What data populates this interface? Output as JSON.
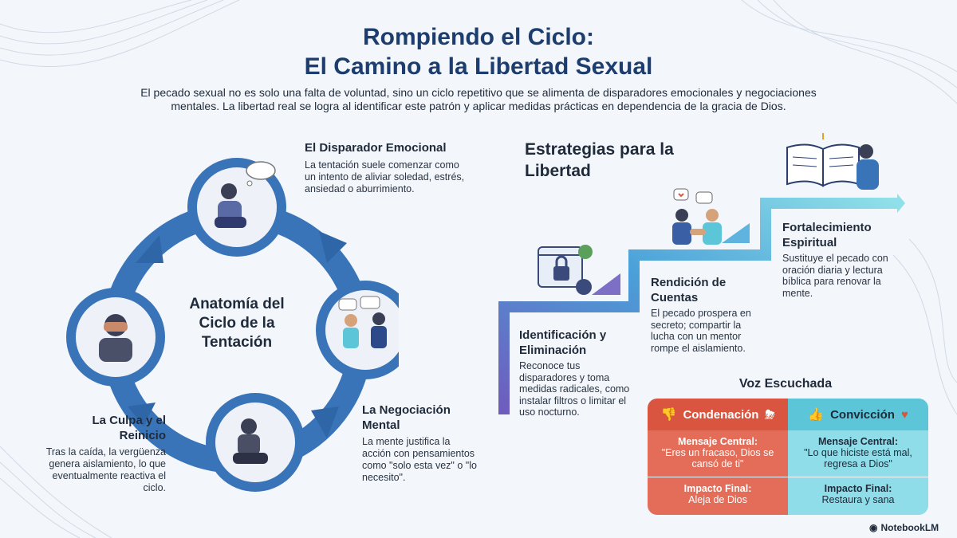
{
  "title": {
    "line1": "Rompiendo el Ciclo:",
    "line2": "El Camino a la Libertad Sexual"
  },
  "intro": "El pecado sexual no es solo una falta de voluntad, sino un ciclo repetitivo que se alimenta de disparadores emocionales y negociaciones mentales. La libertad real se logra al identificar este patrón y aplicar medidas prácticas en dependencia de la gracia de Dios.",
  "cycle": {
    "title": "Anatomía del Ciclo de la Tentación",
    "stages": [
      {
        "heading": "El Disparador Emocional",
        "text": "La tentación suele comenzar como un intento de aliviar soledad, estrés, ansiedad o aburrimiento.",
        "icon": "person-thinking-icon"
      },
      {
        "heading": "La Negociación Mental",
        "text": "La mente justifica la acción con pensamientos como \"solo esta vez\" o \"lo necesito\".",
        "icon": "people-arguing-icon"
      },
      {
        "heading": "La Culpa y el Reinicio",
        "text": "Tras la caída, la vergüenza genera aislamiento, lo que eventualmente reactiva el ciclo.",
        "icon": "person-head-in-hands-icon"
      },
      {
        "heading": "",
        "text": "",
        "icon": "person-despair-icon"
      }
    ]
  },
  "strategies": {
    "title": "Estrategias para la Libertad",
    "steps": [
      {
        "heading": "Identificación y Eliminación",
        "text": "Reconoce tus disparadores y toma medidas radicales, como instalar filtros o limitar el uso nocturno.",
        "icon": "lock-settings-icon"
      },
      {
        "heading": "Rendición de Cuentas",
        "text": "El pecado prospera en secreto; compartir la lucha con un mentor rompe el aislamiento.",
        "icon": "handshake-icon"
      },
      {
        "heading": "Fortalecimiento Espiritual",
        "text": "Sustituye el pecado con oración diaria y lectura bíblica para renovar la mente.",
        "icon": "bible-prayer-icon"
      }
    ]
  },
  "voices": {
    "title": "Voz Escuchada",
    "condemnation": {
      "label": "Condenación",
      "message_label": "Mensaje Central:",
      "message": "\"Eres un fracaso, Dios se cansó de ti\"",
      "impact_label": "Impacto Final:",
      "impact": "Aleja de Dios",
      "color": "#d9553f",
      "icon": "thumbs-down-icon"
    },
    "conviction": {
      "label": "Convicción",
      "message_label": "Mensaje Central:",
      "message": "\"Lo que hiciste está mal, regresa a Dios\"",
      "impact_label": "Impacto Final:",
      "impact": "Restaura y sana",
      "color": "#5cc6d8",
      "icon": "thumbs-up-icon"
    }
  },
  "brand": "NotebookLM",
  "colors": {
    "accent": "#1c3d6e",
    "cycle_blue": "#3a74b8"
  }
}
